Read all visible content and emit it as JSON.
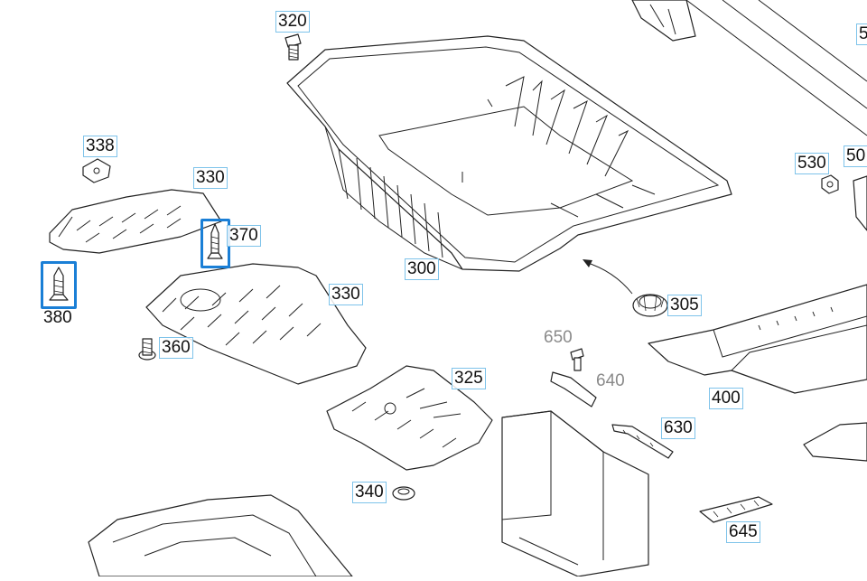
{
  "parts": [
    {
      "id": "p320",
      "label": "320",
      "style": "normal"
    },
    {
      "id": "p338",
      "label": "338",
      "style": "normal"
    },
    {
      "id": "p330a",
      "label": "330",
      "style": "normal"
    },
    {
      "id": "p370",
      "label": "370",
      "style": "normal"
    },
    {
      "id": "p380",
      "label": "380",
      "style": "normal"
    },
    {
      "id": "p330b",
      "label": "330",
      "style": "normal"
    },
    {
      "id": "p300",
      "label": "300",
      "style": "normal"
    },
    {
      "id": "p360",
      "label": "360",
      "style": "normal"
    },
    {
      "id": "p305",
      "label": "305",
      "style": "normal"
    },
    {
      "id": "p650",
      "label": "650",
      "style": "grey"
    },
    {
      "id": "p640",
      "label": "640",
      "style": "grey"
    },
    {
      "id": "p325",
      "label": "325",
      "style": "normal"
    },
    {
      "id": "p400",
      "label": "400",
      "style": "normal"
    },
    {
      "id": "p630",
      "label": "630",
      "style": "normal"
    },
    {
      "id": "p340",
      "label": "340",
      "style": "normal"
    },
    {
      "id": "p645",
      "label": "645",
      "style": "normal"
    },
    {
      "id": "p530",
      "label": "530",
      "style": "normal"
    },
    {
      "id": "p50",
      "label": "50",
      "style": "normal"
    },
    {
      "id": "p5",
      "label": "5",
      "style": "normal"
    }
  ],
  "highlighted": [
    "370",
    "380"
  ],
  "colors": {
    "highlight": "#1a7fd6",
    "callout_border": "#7ec3ea",
    "line": "#222222",
    "grey_text": "#8a8a8a"
  }
}
